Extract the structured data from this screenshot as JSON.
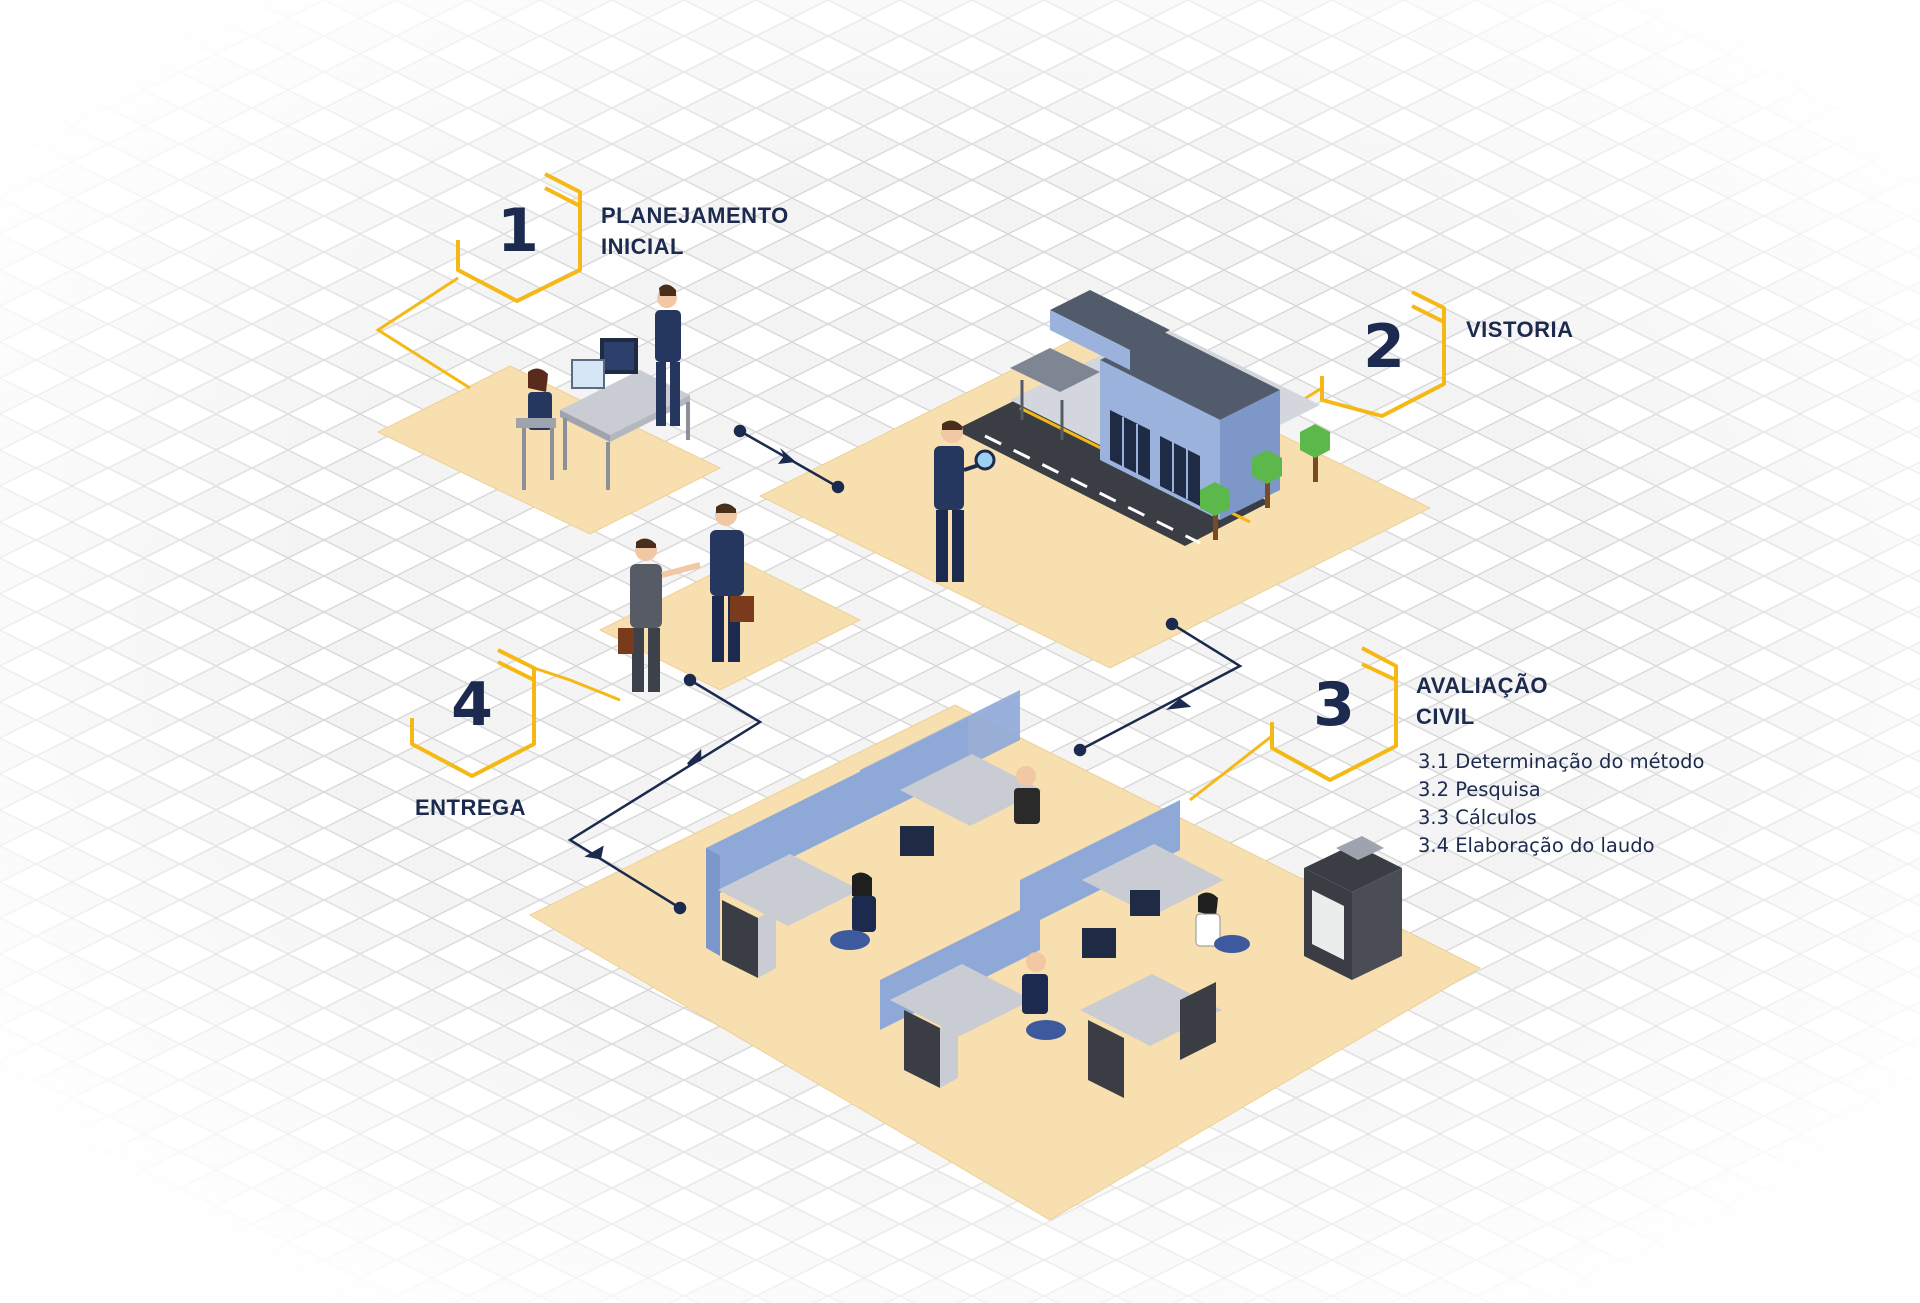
{
  "colors": {
    "accent": "#f5b814",
    "navy": "#1b2a4e",
    "floor": "#f8dfb0",
    "grid_line": "#d9d9d9",
    "partition": "#8ea9d8",
    "building_wall": "#9bb2dc",
    "road": "#3b3d44",
    "tree": "#5cb84a"
  },
  "steps": [
    {
      "number": "1",
      "title_line1": "PLANEJAMENTO",
      "title_line2": "INICIAL"
    },
    {
      "number": "2",
      "title_line1": "VISTORIA",
      "title_line2": ""
    },
    {
      "number": "3",
      "title_line1": "AVALIAÇÃO",
      "title_line2": "CIVIL",
      "subitems": [
        "3.1 Determinação do método",
        "3.2 Pesquisa",
        "3.3 Cálculos",
        "3.4 Elaboração do laudo"
      ]
    },
    {
      "number": "4",
      "title_line1": "ENTREGA",
      "title_line2": ""
    }
  ],
  "scenes": {
    "step1": "meeting-desk-icon",
    "step2": "building-inspection-icon",
    "step3": "office-cubicles-icon",
    "step4": "handshake-icon"
  }
}
